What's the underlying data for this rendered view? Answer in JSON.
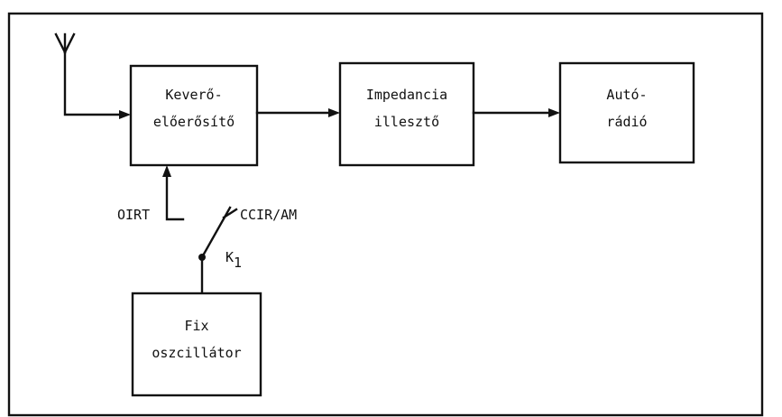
{
  "blocks": {
    "mixer": {
      "line1": "Keverő-",
      "line2": "előerősítő"
    },
    "impedance": {
      "line1": "Impedancia",
      "line2": "illesztő"
    },
    "radio": {
      "line1": "Autó-",
      "line2": "rádió"
    },
    "oscillator": {
      "line1": "Fix",
      "line2": "oszcillátor"
    }
  },
  "switch": {
    "label": "K",
    "subscript": "1",
    "pos_oirt": "OIRT",
    "pos_ccir": "CCIR/AM"
  },
  "colors": {
    "ink": "#111111",
    "paper": "#ffffff"
  }
}
